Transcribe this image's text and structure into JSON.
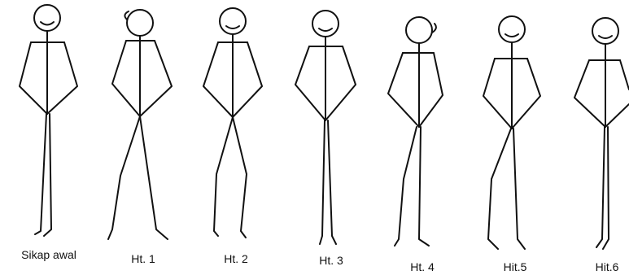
{
  "figures": [
    {
      "id": "sikap-awal",
      "label": "Sikap awal"
    },
    {
      "id": "ht-1",
      "label": "Ht. 1"
    },
    {
      "id": "ht-2",
      "label": "Ht. 2"
    },
    {
      "id": "ht-3",
      "label": "Ht. 3"
    },
    {
      "id": "ht-4",
      "label": "Ht. 4"
    },
    {
      "id": "hit-5",
      "label": "Hit.5"
    },
    {
      "id": "hit-6",
      "label": "Hit.6"
    }
  ],
  "colors": {
    "ink": "#111111",
    "paper": "#ffffff"
  }
}
